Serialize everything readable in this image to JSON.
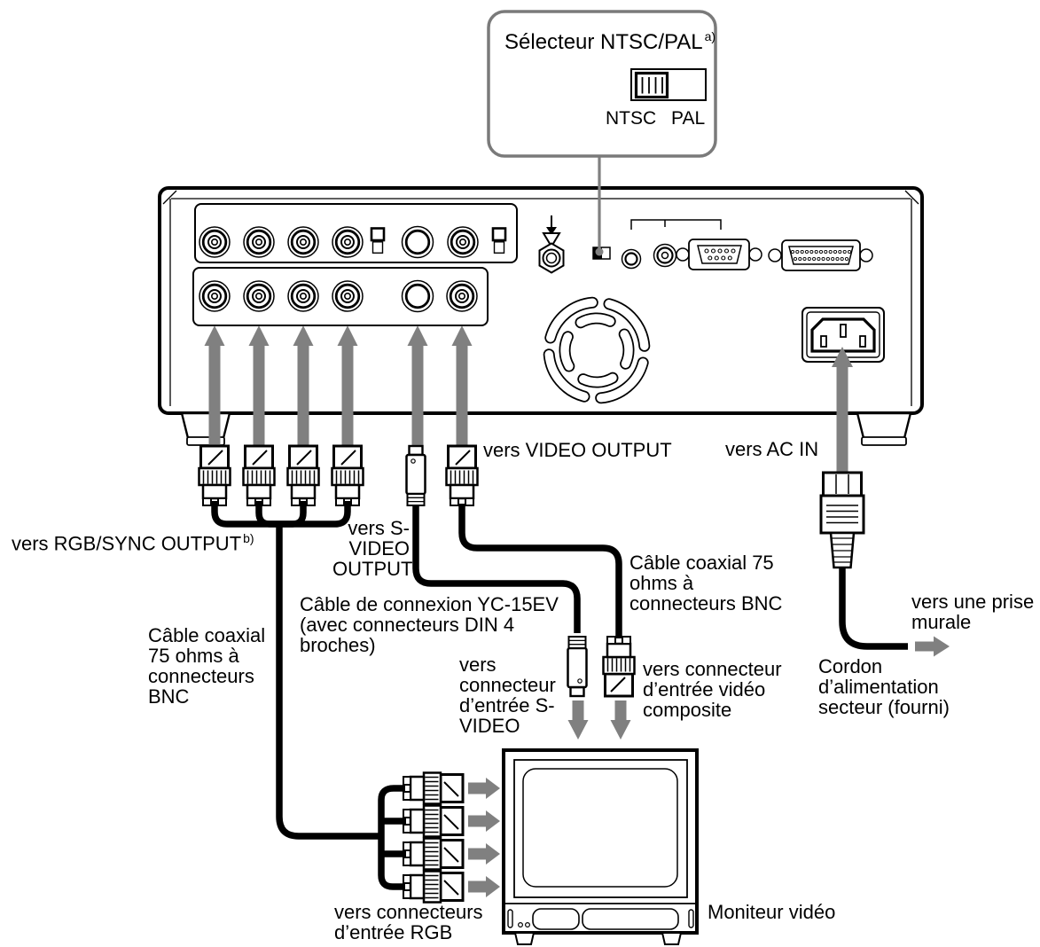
{
  "callout": {
    "title": "Sélecteur NTSC/PAL",
    "title_sup": "a)",
    "ntsc_label": "NTSC",
    "pal_label": "PAL"
  },
  "labels": {
    "video_output": "vers VIDEO OUTPUT",
    "ac_in": "vers AC IN",
    "rgb_sync_output": "vers RGB/SYNC OUTPUT",
    "rgb_sync_output_sup": "b)",
    "s_video_output": "vers S-\nVIDEO\nOUTPUT",
    "yc15ev_cable": "Câble de connexion YC-15EV\n(avec connecteurs DIN 4\nbroches)",
    "coax_cable_left": "Câble coaxial\n75 ohms à\nconnecteurs\nBNC",
    "coax_cable_right": "Câble coaxial 75\nohms à\nconnecteurs BNC",
    "s_video_input": "vers\nconnecteur\nd’entrée S-\nVIDEO",
    "composite_input": "vers connecteur\nd’entrée vidéo\ncomposite",
    "wall_outlet": "vers une prise\nmurale",
    "power_cord": "Cordon\nd’alimentation\nsecteur (fourni)",
    "rgb_input": "vers connecteurs\nd’entrée RGB",
    "monitor": "Moniteur vidéo"
  },
  "colors": {
    "arrow_gray": "#808080",
    "callout_gray": "#7a7a7a",
    "line_black": "#000000"
  }
}
